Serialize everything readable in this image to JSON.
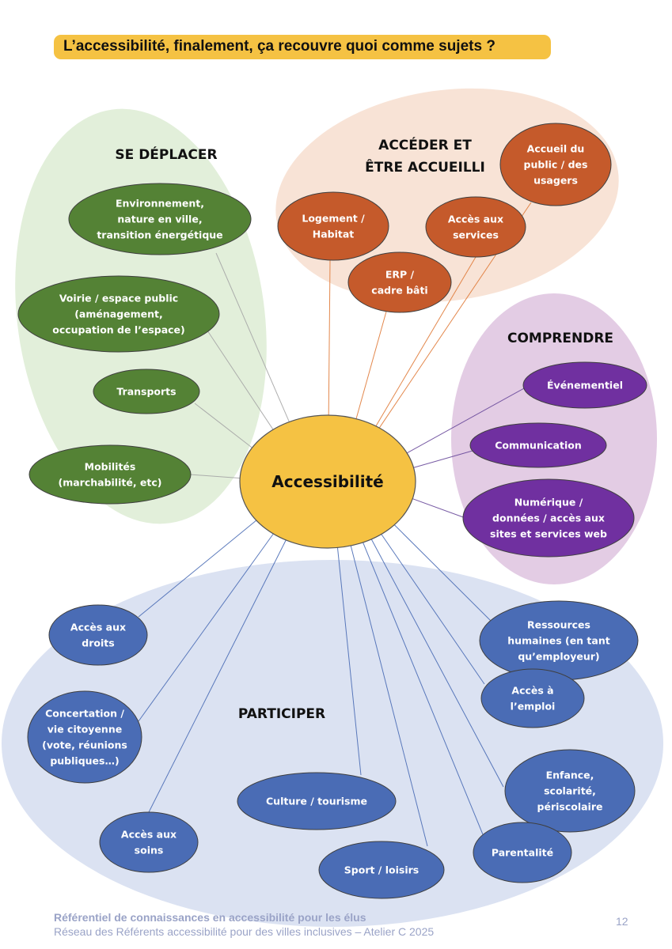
{
  "title": "L’accessibilité, finalement, ça recouvre quoi comme sujets ?",
  "center": "Accessibilité",
  "colors": {
    "title_bg": "#f5c243",
    "center_fill": "#f5c243",
    "green_zone": "#e2efda",
    "green_node": "#548235",
    "orange_zone": "#f8e3d6",
    "orange_node": "#c55a2b",
    "purple_zone": "#e3cce4",
    "purple_node": "#7030a0",
    "blue_zone": "#dbe2f2",
    "blue_node": "#4a6cb5",
    "footer_text": "#9aa3c7"
  },
  "groups": [
    {
      "id": "se-deplacer",
      "title": [
        "SE DÉPLACER"
      ],
      "items": [
        [
          "Environnement,",
          "nature en ville,",
          "transition énergétique"
        ],
        [
          "Voirie / espace public",
          "(aménagement,",
          "occupation de l’espace)"
        ],
        [
          "Transports"
        ],
        [
          "Mobilités",
          "(marchabilité, etc)"
        ]
      ]
    },
    {
      "id": "acceder",
      "title": [
        "ACCÉDER ET",
        "ÊTRE ACCUEILLI"
      ],
      "items": [
        [
          "Accueil du",
          "public / des",
          "usagers"
        ],
        [
          "Logement /",
          "Habitat"
        ],
        [
          "Accès aux",
          "services"
        ],
        [
          "ERP /",
          "cadre bâti"
        ]
      ]
    },
    {
      "id": "comprendre",
      "title": [
        "COMPRENDRE"
      ],
      "items": [
        [
          "Événementiel"
        ],
        [
          "Communication"
        ],
        [
          "Numérique /",
          "données / accès aux",
          "sites et services web"
        ]
      ]
    },
    {
      "id": "participer",
      "title": [
        "PARTICIPER"
      ],
      "items": [
        [
          "Accès aux",
          "droits"
        ],
        [
          "Concertation /",
          "vie citoyenne",
          "(vote, réunions",
          "publiques…)"
        ],
        [
          "Accès aux",
          "soins"
        ],
        [
          "Culture / tourisme"
        ],
        [
          "Sport / loisirs"
        ],
        [
          "Ressources",
          "humaines (en tant",
          "qu’employeur)"
        ],
        [
          "Accès à",
          "l’emploi"
        ],
        [
          "Enfance,",
          "scolarité,",
          "périscolaire"
        ],
        [
          "Parentalité"
        ]
      ]
    }
  ],
  "footer": {
    "line1": "Référentiel de connaissances en accessibilité pour les élus",
    "line2": "Réseau des Référents accessibilité pour des villes inclusives – Atelier C 2025",
    "page": "12"
  }
}
